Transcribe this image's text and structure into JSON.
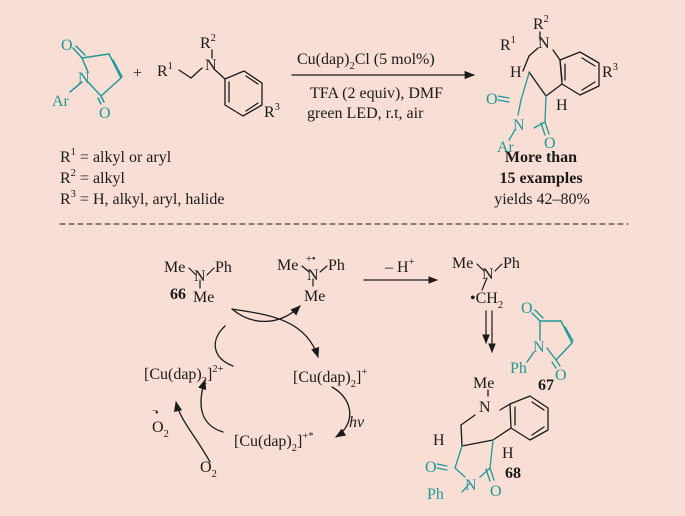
{
  "reaction": {
    "reagent_r1": "R",
    "reagent_r1_sup": "1",
    "reagent_r2": "R",
    "reagent_r2_sup": "2",
    "reagent_n": "N",
    "reagent_r3": "R",
    "reagent_r3_sup": "3",
    "maleimide_n": "N",
    "maleimide_o_top": "O",
    "maleimide_o_bottom": "O",
    "maleimide_ar": "Ar",
    "plus": "+",
    "catalyst": "Cu(dap)",
    "catalyst_sub": "2",
    "catalyst_rest": "Cl (5 mol%)",
    "condition_1": "TFA (2 equiv), DMF",
    "condition_2": "green LED, r.t, air",
    "product_r1": "R",
    "product_r1_sup": "1",
    "product_n": "N",
    "product_r2": "R",
    "product_r2_sup": "2",
    "product_r3": "R",
    "product_r3_sup": "3",
    "product_h1": "H",
    "product_h2": "H",
    "product_o1": "O",
    "product_o2": "O",
    "product_n2": "N",
    "product_ar": "Ar"
  },
  "scope": {
    "r1": "R",
    "r1_sup": "1",
    "r1_text": " = alkyl or aryl",
    "r2": "R",
    "r2_sup": "2",
    "r2_text": " = alkyl",
    "r3": "R",
    "r3_sup": "3",
    "r3_text": " = H, alkyl, aryl, halide",
    "summary_line1": "More than",
    "summary_line2": "15 examples",
    "yields": "yields 42–80%"
  },
  "mechanism": {
    "c66_me1": "Me",
    "c66_n": "N",
    "c66_ph": "Ph",
    "c66_me2": "Me",
    "c66_label": "66",
    "radical_cation_me": "Me",
    "radical_cation_charge": "+•",
    "radical_cation_n": "N",
    "radical_cation_ph": "Ph",
    "radical_cation_me2": "Me",
    "minus_h": "– H",
    "minus_h_sup": "+",
    "radical_me": "Me",
    "radical_n": "N",
    "radical_ph": "Ph",
    "radical_ch2": "•CH",
    "radical_ch2_sub": "2",
    "c67_o1": "O",
    "c67_n": "N",
    "c67_ph": "Ph",
    "c67_o2": "O",
    "c67_label": "67",
    "cu_ii": "[Cu(dap)",
    "cu_ii_sub": "2",
    "cu_ii_close": "]",
    "cu_ii_charge": "2+",
    "cu_i": "[Cu(dap)",
    "cu_i_sub": "2",
    "cu_i_close": "]",
    "cu_i_charge": "+",
    "cu_i_star": "[Cu(dap)",
    "cu_i_star_sub": "2",
    "cu_i_star_close": "]",
    "cu_i_star_charge": "+*",
    "hv": "hv",
    "superoxide": "O",
    "superoxide_sub": "2",
    "superoxide_dot": "•",
    "superoxide_charge": "−",
    "o2": "O",
    "o2_sub": "2",
    "c68_me": "Me",
    "c68_n": "N",
    "c68_h1": "H",
    "c68_h2": "H",
    "c68_o1": "O",
    "c68_o2": "O",
    "c68_n2": "N",
    "c68_ph": "Ph",
    "c68_label": "68"
  },
  "colors": {
    "background": "#f8ded4",
    "teal": "#1f9a96",
    "ink": "#1a1a1a"
  }
}
